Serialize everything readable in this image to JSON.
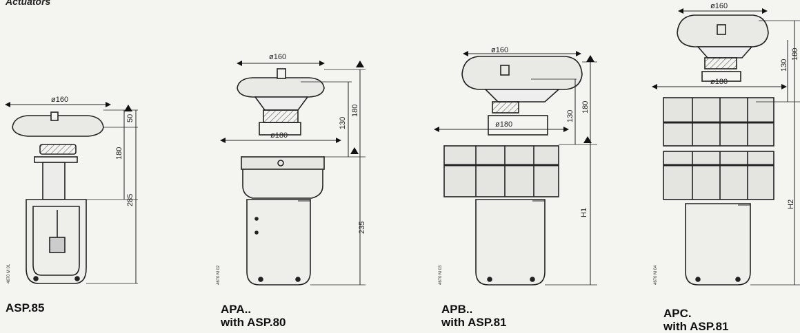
{
  "page_title": "Actuators",
  "figures": [
    {
      "name": "ASP.85",
      "subtitle": "",
      "fig_id": "4670 M 01",
      "dims": {
        "diameter": "ø160",
        "d1": "50",
        "d2": "180",
        "d3": "285"
      }
    },
    {
      "name": "APA..",
      "subtitle": "with ASP.80",
      "fig_id": "4670 M 02",
      "dims": {
        "diameter_top": "ø160",
        "diameter_body": "ø180",
        "d1": "130",
        "d2": "180",
        "d3": "235"
      }
    },
    {
      "name": "APB..",
      "subtitle": "with ASP.81",
      "fig_id": "4670 M 03",
      "dims": {
        "diameter_top": "ø160",
        "diameter_body": "ø180",
        "d1": "130",
        "d2": "180",
        "d3": "H1"
      }
    },
    {
      "name": "APC.",
      "subtitle": "with ASP.81",
      "fig_id": "4670 M 04",
      "dims": {
        "diameter_top": "ø160",
        "diameter_body": "ø180",
        "d1": "130",
        "d2": "180",
        "d3": "H2"
      }
    }
  ]
}
